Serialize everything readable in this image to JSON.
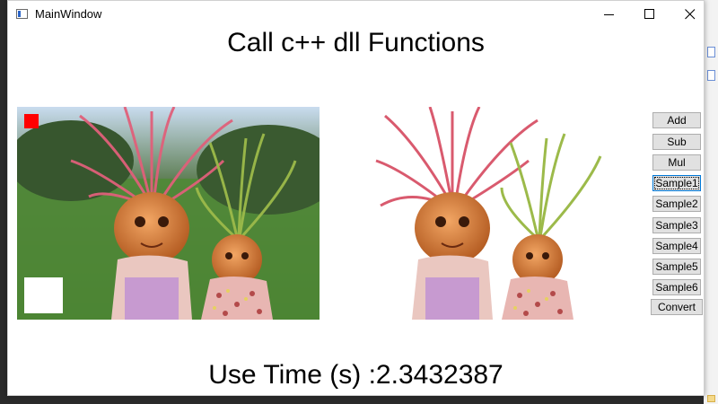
{
  "window": {
    "title": "MainWindow",
    "icon": "application-window-icon",
    "controls": [
      "minimize-icon",
      "maximize-icon",
      "close-icon"
    ]
  },
  "main": {
    "heading": "Call c++ dll Functions",
    "footer_label": "Use Time (s) :2.3432387"
  },
  "images": {
    "left": {
      "name": "source-image",
      "description_visible": false
    },
    "right": {
      "name": "processed-image",
      "description_visible": false
    }
  },
  "buttons": [
    {
      "label": "Add"
    },
    {
      "label": "Sub"
    },
    {
      "label": "Mul"
    },
    {
      "label": "Sample1"
    },
    {
      "label": "Sample2"
    },
    {
      "label": "Sample3"
    },
    {
      "label": "Sample4"
    },
    {
      "label": "Sample5"
    },
    {
      "label": "Sample6"
    },
    {
      "label": "Convert"
    }
  ],
  "colors": {
    "marker_red": "#ff0000",
    "focus_blue": "#0078d7",
    "button_face": "#e1e1e1"
  }
}
